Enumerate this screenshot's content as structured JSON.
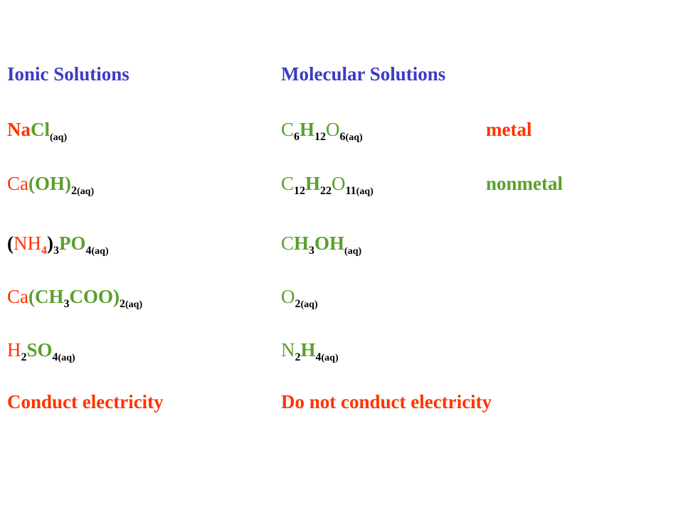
{
  "headings": {
    "left": "Ionic Solutions",
    "middle": "Molecular Solutions"
  },
  "legend": {
    "metal": "metal",
    "nonmetal": "nonmetal"
  },
  "ionic": {
    "nacl": {
      "na": "Na",
      "cl": "Cl",
      "state": "(aq)"
    },
    "caoh2": {
      "ca": "Ca",
      "oh": "(OH)",
      "count": "2",
      "state": "(aq)"
    },
    "nh4po4": {
      "open": "(",
      "nh": "NH",
      "four": "4",
      "close": ")",
      "three": "3",
      "po": "PO",
      "po4": "4",
      "state": "(aq)"
    },
    "acetate": {
      "ca": "Ca",
      "open": "(CH",
      "three": "3",
      "coo": "COO)",
      "count": "2",
      "state": "(aq)"
    },
    "h2so4": {
      "h": "H",
      "two": "2",
      "so": "SO",
      "four": "4",
      "state": "(aq)"
    },
    "conclusion": "Conduct electricity"
  },
  "molecular": {
    "glucose": {
      "c": "C",
      "c_n": "6",
      "h": "H",
      "h_n": "12",
      "o": "O",
      "o_n": "6",
      "state": "(aq)"
    },
    "sucrose": {
      "c": "C",
      "c_n": "12",
      "h": "H",
      "h_n": "22",
      "o": "O",
      "o_n": "11",
      "state": "(aq)"
    },
    "methanol": {
      "c": "C",
      "h": "H",
      "h_n": "3",
      "oh": "OH",
      "state": "(aq)"
    },
    "oxygen": {
      "o": "O",
      "o_n": "2",
      "state": "(aq)"
    },
    "hydrazine": {
      "n": "N",
      "n_n": "2",
      "h": "H",
      "h_n": "4",
      "state": "(aq)"
    },
    "conclusion": "Do not conduct electricity"
  },
  "colors": {
    "heading": "#3b3bc6",
    "metal": "#ff3300",
    "nonmetal": "#5aa02c",
    "text": "#000000"
  }
}
